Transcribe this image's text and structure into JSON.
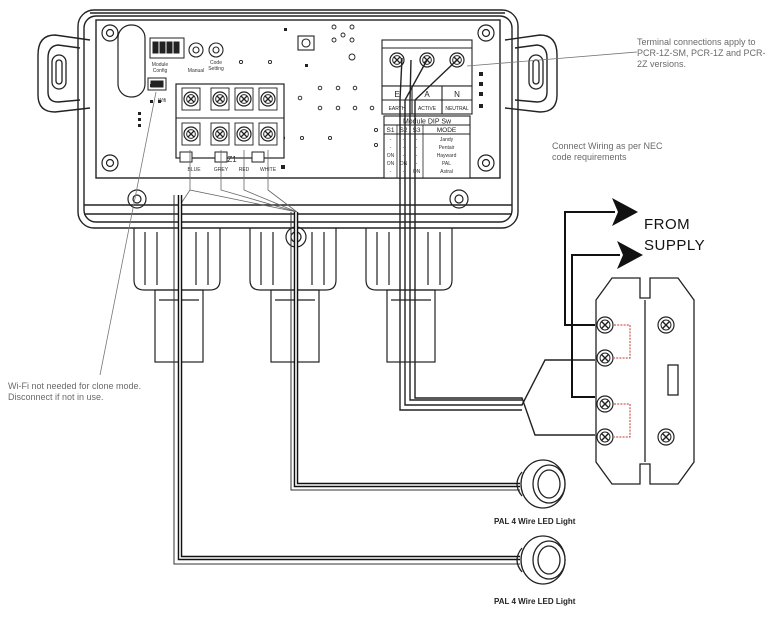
{
  "controller": {
    "dip_label": "Module\nConfig",
    "manual_label": "Manual",
    "code_label": "Code\nSetting",
    "wifi_label": "Wifi",
    "zone_label": "Z1",
    "wire_colors": [
      "BLUE",
      "GREY",
      "RED",
      "WHITE"
    ]
  },
  "terminal_block": {
    "letters": [
      "E",
      "A",
      "N"
    ],
    "names": [
      "EARTH",
      "ACTIVE",
      "NEUTRAL"
    ]
  },
  "dip_table": {
    "title": "Module DIP Sw",
    "headers": [
      "S1",
      "S2",
      "S3",
      "MODE"
    ],
    "rows": [
      [
        "-",
        "-",
        "-",
        "Jandy"
      ],
      [
        "-",
        "-",
        "-",
        "Pentair"
      ],
      [
        "ON",
        "-",
        "-",
        "Hayward"
      ],
      [
        "ON",
        "ON",
        "-",
        "PAL"
      ],
      [
        "-",
        "-",
        "ON",
        "Astral"
      ]
    ]
  },
  "annotations": {
    "terminal_note": "Terminal connections apply to\nPCR-1Z-SM, PCR-1Z and PCR-\n2Z versions.",
    "nec_note": "Connect Wiring as per NEC\ncode requirements",
    "wifi_note": "Wi-Fi not needed for clone mode.\nDisconnect if not in use."
  },
  "supply_label": "FROM\nSUPPLY",
  "lights": [
    {
      "label": "PAL 4 Wire LED Light"
    },
    {
      "label": "PAL 4 Wire LED Light"
    }
  ],
  "colors": {
    "outline": "#222222",
    "wire": "#111111",
    "thin_wire": "#555555",
    "jumper": "#c0392b",
    "note_text": "#6a6a6a"
  }
}
